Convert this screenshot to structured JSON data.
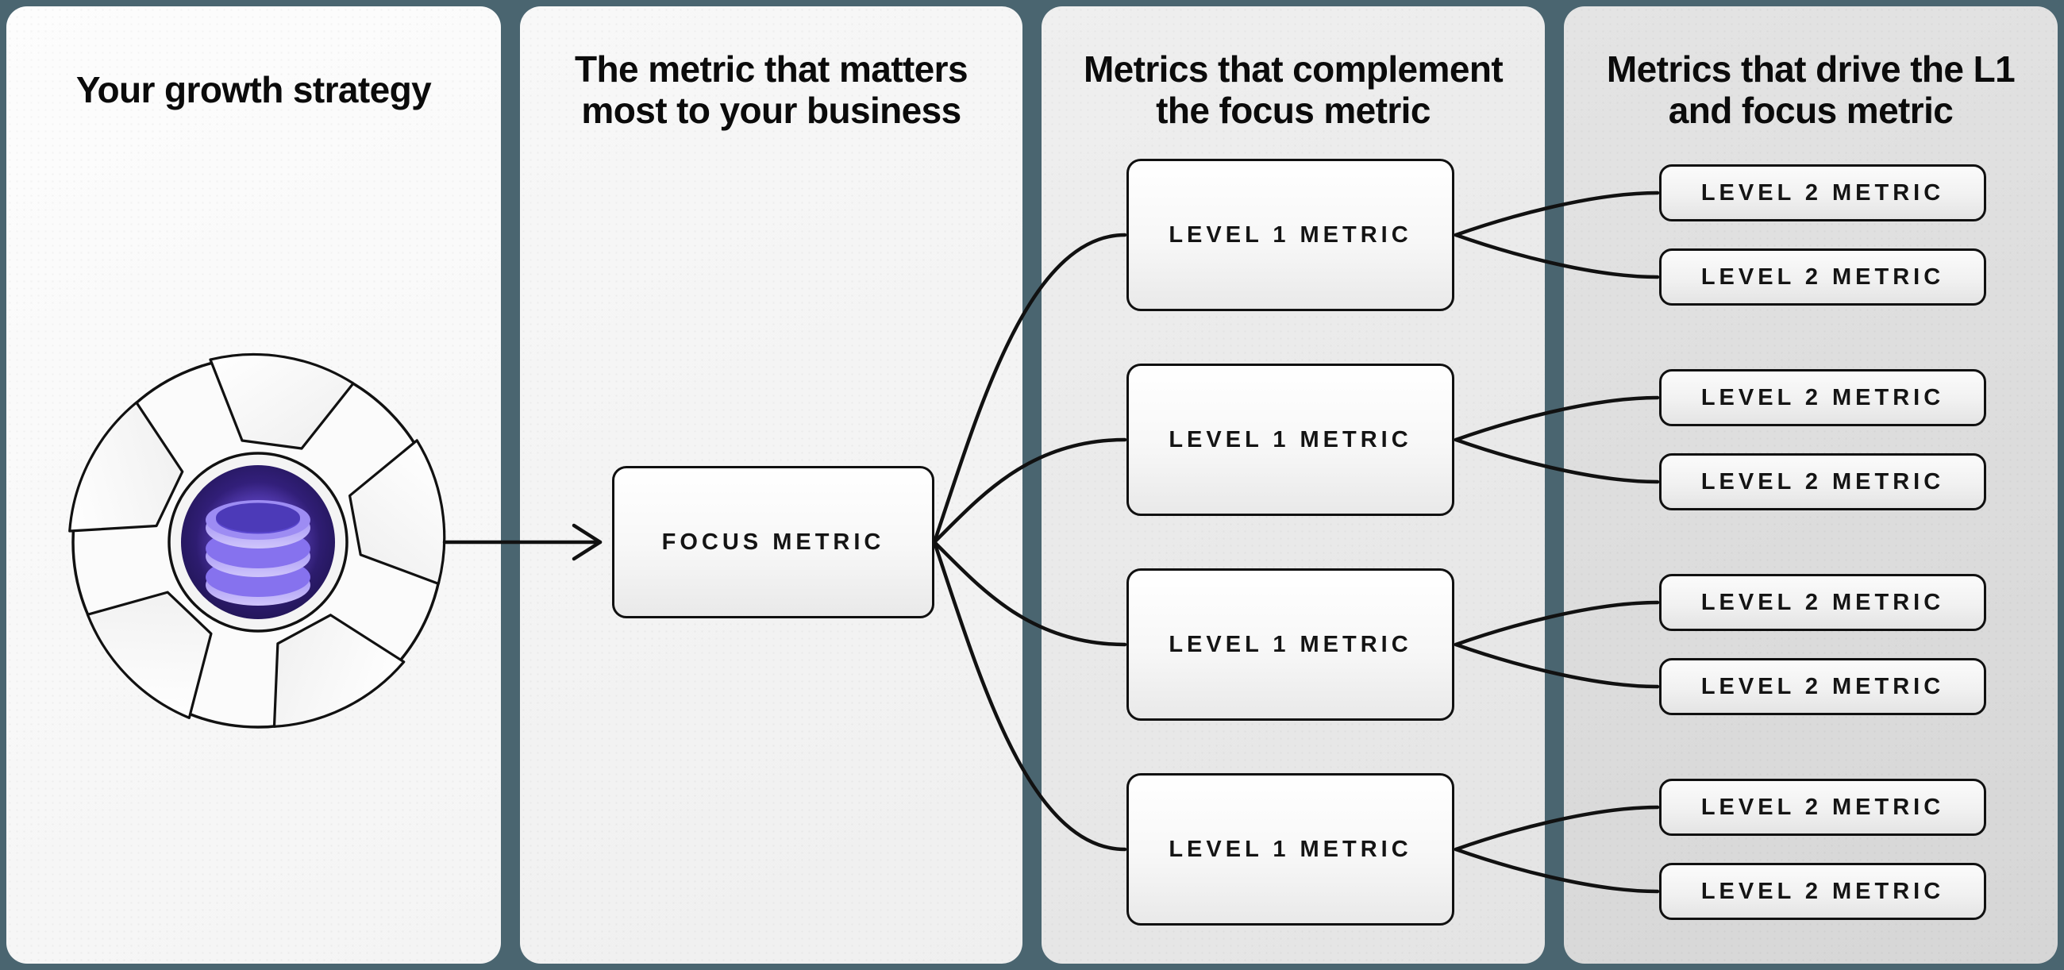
{
  "colors": {
    "background": "#4a6570",
    "line": "#111111",
    "disc_center": "#5638c8",
    "disc_edge": "#1f1451",
    "db_light": "#d2c8fb",
    "db_mid": "#8672ee"
  },
  "panels": {
    "strategy": {
      "title": "Your growth strategy"
    },
    "focus": {
      "title_line1": "The metric that matters",
      "title_line2": "most to your business",
      "box_label": "FOCUS METRIC"
    },
    "level1": {
      "title_line1": "Metrics that complement",
      "title_line2": "the focus metric",
      "boxes": [
        "LEVEL 1 METRIC",
        "LEVEL 1 METRIC",
        "LEVEL 1 METRIC",
        "LEVEL 1 METRIC"
      ]
    },
    "level2": {
      "title_line1": "Metrics that drive the L1",
      "title_line2": "and focus metric",
      "boxes": [
        "LEVEL 2 METRIC",
        "LEVEL 2 METRIC",
        "LEVEL 2 METRIC",
        "LEVEL 2 METRIC",
        "LEVEL 2 METRIC",
        "LEVEL 2 METRIC",
        "LEVEL 2 METRIC",
        "LEVEL 2 METRIC"
      ]
    }
  }
}
